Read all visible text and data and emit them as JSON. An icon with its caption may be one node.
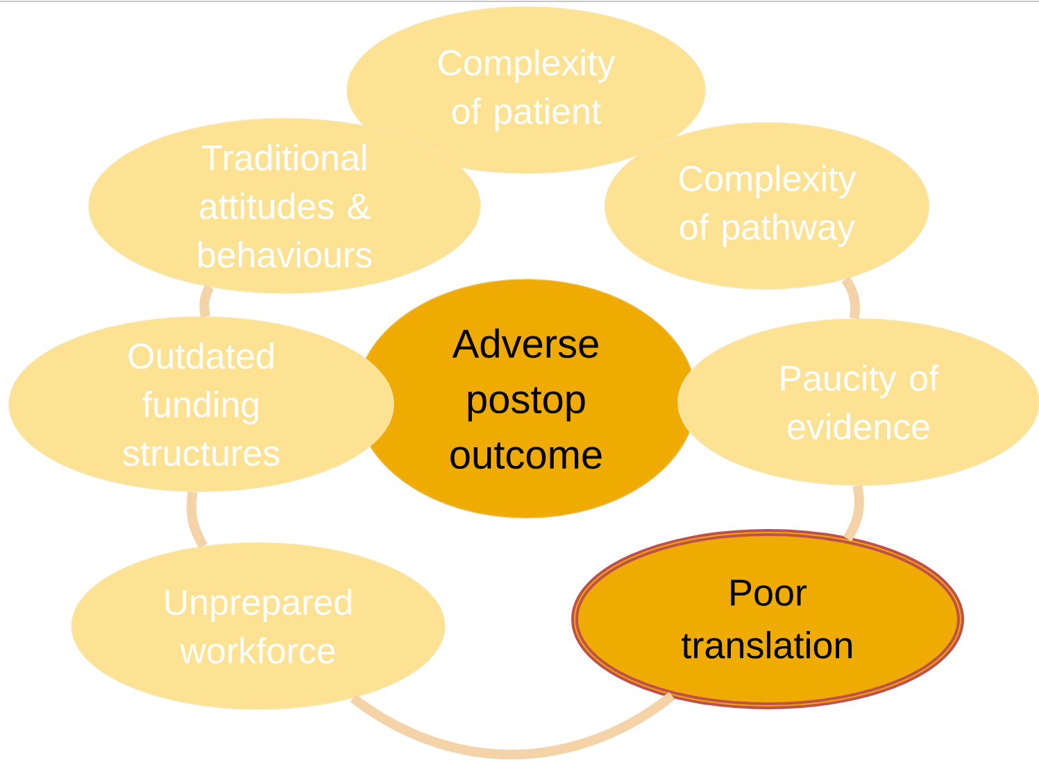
{
  "diagram": {
    "nodes": [
      {
        "text": [
          "Complexity of patient"
        ]
      },
      {
        "text": [
          "Traditional attitudes & behaviours"
        ]
      },
      {
        "text": [
          "Complexity of pathway"
        ]
      },
      {
        "text": [
          "Adverse postop outcome"
        ]
      },
      {
        "text": [
          "Outdated funding structures"
        ]
      },
      {
        "text": [
          "Paucity of evidence"
        ]
      },
      {
        "text": [
          "Unprepared workforce"
        ]
      },
      {
        "text": [
          "Poor translation"
        ]
      }
    ],
    "edges": [
      {
        "from": 2,
        "to": 5,
        "arrow": "none"
      },
      {
        "from": 5,
        "to": 7,
        "arrow": "none"
      },
      {
        "from": 7,
        "to": 6,
        "arrow": "none"
      },
      {
        "from": 6,
        "to": 4,
        "arrow": "none"
      },
      {
        "from": 4,
        "to": 1,
        "arrow": "none"
      }
    ]
  }
}
